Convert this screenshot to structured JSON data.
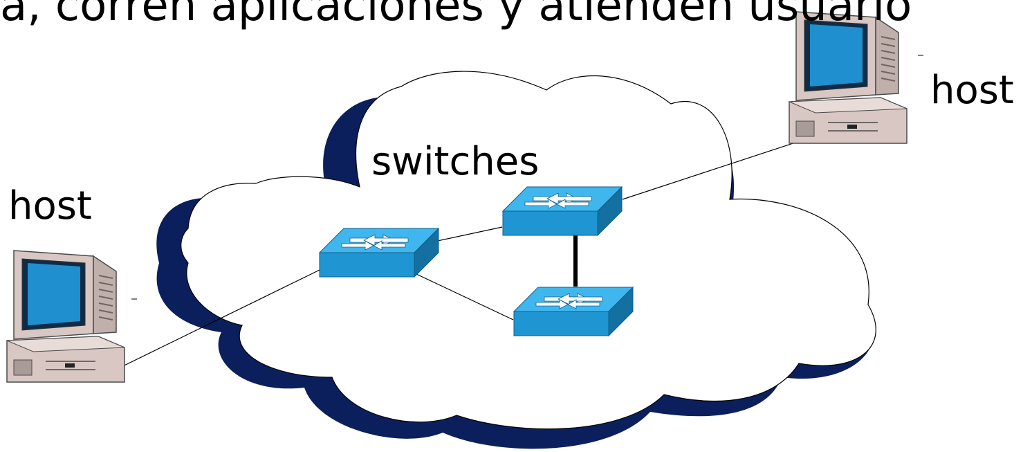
{
  "header_text": "a, corren aplicaciones y atienden usuario",
  "labels": {
    "switches": "switches",
    "host_left": "host",
    "host_right": "host"
  },
  "colors": {
    "cloud_shadow": "#0b1f5c",
    "cloud_fill": "#ffffff",
    "switch_top": "#29a9e0",
    "switch_front": "#1e90c8",
    "switch_side": "#1470a0",
    "monitor_case": "#d9c9c4",
    "monitor_screen": "#1f8fd0"
  }
}
